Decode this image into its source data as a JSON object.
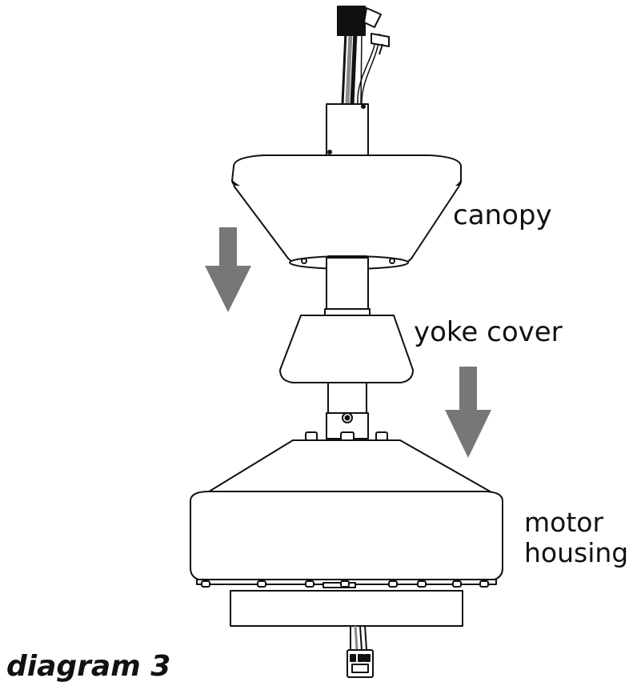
{
  "labels": {
    "canopy": "canopy",
    "yoke_cover": "yoke cover",
    "motor_housing_line1": "motor",
    "motor_housing_line2": "housing"
  },
  "caption": "diagram 3",
  "colors": {
    "line": "#111111",
    "arrow": "#777777",
    "fill": "#ffffff",
    "wire_dark": "#222222",
    "wire_grey": "#8a8a8a"
  },
  "icons": [
    "down-arrow-icon",
    "down-arrow-icon"
  ]
}
